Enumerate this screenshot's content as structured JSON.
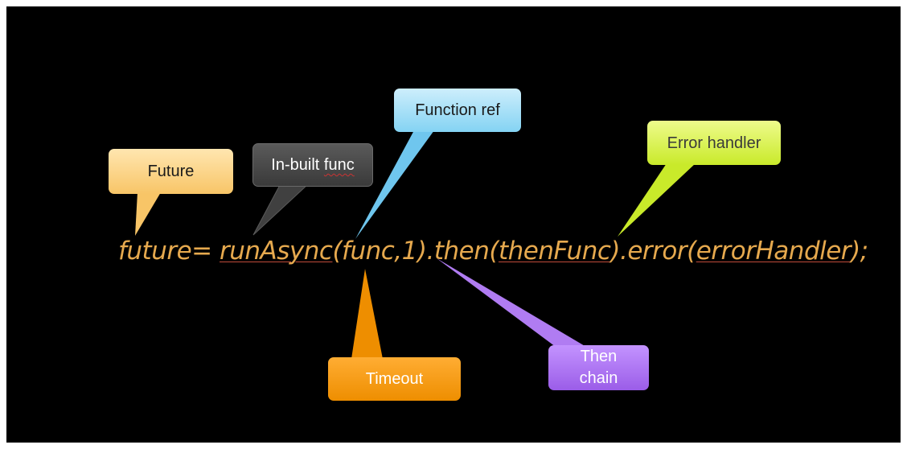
{
  "code": {
    "prefix": "future= ",
    "run_async": "runAsync",
    "args_open": "(func,1).then(",
    "then_func": "thenFunc",
    "error_part": ").error(",
    "error_handler": "errorHandler",
    "suffix": ");"
  },
  "callouts": {
    "future": {
      "label": "Future",
      "color": "#f8c567"
    },
    "inbuilt": {
      "label_prefix": "In-built ",
      "label_word": "func",
      "color": "#4a4a4a"
    },
    "function_ref": {
      "label": "Function ref",
      "color": "#84d3f3"
    },
    "error_handler": {
      "label": "Error handler",
      "color": "#c9ea2a"
    },
    "timeout": {
      "label": "Timeout",
      "color": "#ee8e00"
    },
    "then_chain": {
      "label": "Then\nchain",
      "color": "#9b5de8"
    }
  },
  "colors": {
    "background": "#000000",
    "code_text": "#e6a94e",
    "underline": "#c04a3a"
  }
}
